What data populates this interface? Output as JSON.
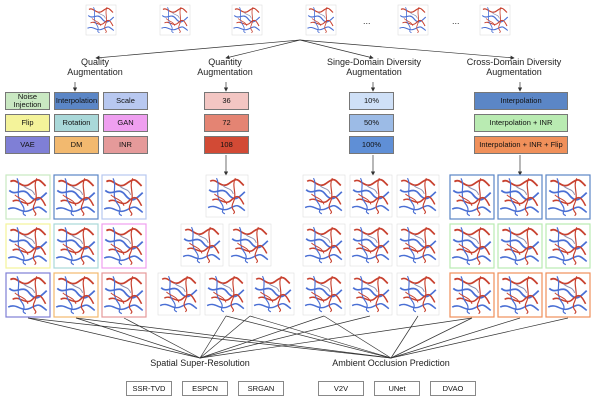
{
  "quality": {
    "title_line1": "Quality",
    "title_line2": "Augmentation",
    "boxes": [
      {
        "label": "Noise Injection",
        "color": "#c9e8c2"
      },
      {
        "label": "Interpolation",
        "color": "#5b86c6"
      },
      {
        "label": "Scale",
        "color": "#b8c8f0"
      },
      {
        "label": "Flip",
        "color": "#f4f39a"
      },
      {
        "label": "Rotation",
        "color": "#a9d8d9"
      },
      {
        "label": "GAN",
        "color": "#ef9ff0"
      },
      {
        "label": "VAE",
        "color": "#7f7fd6"
      },
      {
        "label": "DM",
        "color": "#f2b96f"
      },
      {
        "label": "INR",
        "color": "#e59a9a"
      }
    ]
  },
  "quantity": {
    "title_line1": "Quantity",
    "title_line2": "Augmentation",
    "boxes": [
      {
        "label": "36",
        "color": "#f3c6c3"
      },
      {
        "label": "72",
        "color": "#e48473"
      },
      {
        "label": "108",
        "color": "#d24a35"
      }
    ]
  },
  "single_domain": {
    "title_line1": "Singe-Domain Diversity",
    "title_line2": "Augmentation",
    "boxes": [
      {
        "label": "10%",
        "color": "#cfe0f7"
      },
      {
        "label": "50%",
        "color": "#9cbbe6"
      },
      {
        "label": "100%",
        "color": "#5f8fd6"
      }
    ]
  },
  "cross_domain": {
    "title_line1": "Cross-Domain Diversity",
    "title_line2": "Augmentation",
    "boxes": [
      {
        "label": "Interpolation",
        "color": "#5b86c6"
      },
      {
        "label": "Interpolation + INR",
        "color": "#b9ebb2"
      },
      {
        "label": "Interpolation + INR + Flip",
        "color": "#f0905a"
      }
    ]
  },
  "ellipsis": "...",
  "tasks": {
    "ssr": "Spatial Super-Resolution",
    "ao": "Ambient Occlusion Prediction"
  },
  "models": {
    "ssr": [
      "SSR-TVD",
      "ESPCN",
      "SRGAN"
    ],
    "ao": [
      "V2V",
      "UNet",
      "DVAO"
    ]
  },
  "colors": {
    "flow_red": "#c8412f",
    "flow_blue": "#4a6fd4",
    "line": "#333333"
  }
}
